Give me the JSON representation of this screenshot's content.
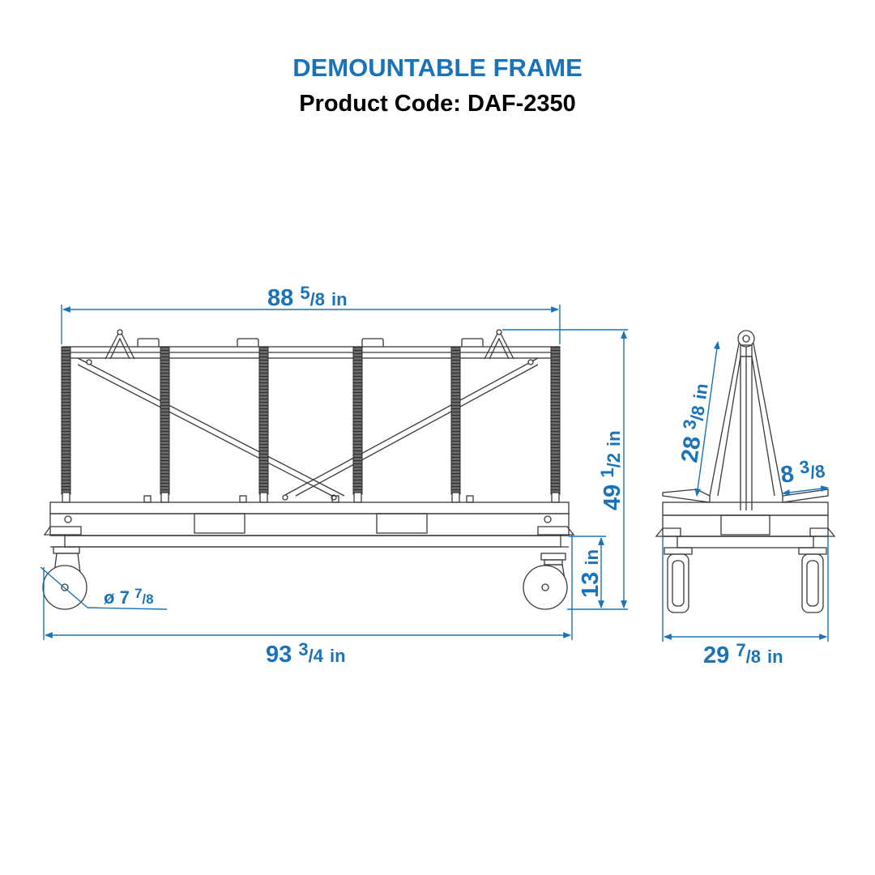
{
  "header": {
    "title": "DEMOUNTABLE FRAME",
    "subtitle": "Product Code: DAF-2350"
  },
  "dimensions": {
    "top_width": {
      "whole": "88",
      "num": "5",
      "den": "8",
      "unit": "in"
    },
    "bottom_width": {
      "whole": "93",
      "num": "3",
      "den": "4",
      "unit": "in"
    },
    "height": {
      "whole": "49",
      "num": "1",
      "den": "2",
      "unit": "in"
    },
    "base_height": {
      "whole": "13",
      "unit": "in"
    },
    "wheel_diameter": {
      "symbol": "ø",
      "whole": "7",
      "num": "7",
      "den": "8"
    },
    "side_arm": {
      "whole": "28",
      "num": "3",
      "den": "8",
      "unit": "in"
    },
    "side_offset": {
      "whole": "8",
      "num": "3",
      "den": "8"
    },
    "side_width": {
      "whole": "29",
      "num": "7",
      "den": "8",
      "unit": "in"
    }
  },
  "colors": {
    "accent": "#1a73b8",
    "line": "#3a3a3a",
    "strap": "#555555"
  }
}
